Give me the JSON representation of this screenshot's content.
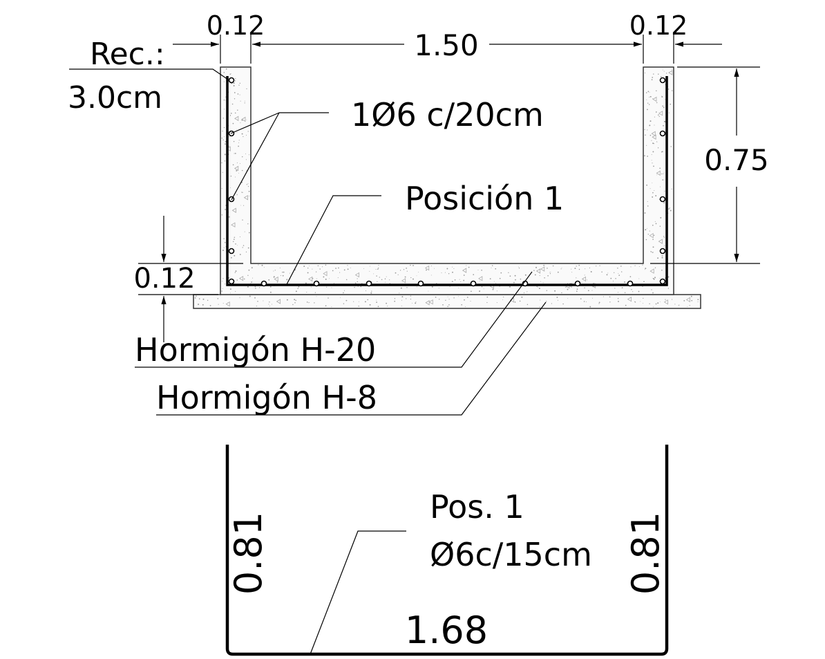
{
  "section": {
    "dim_wall_left": "0.12",
    "dim_inner_width": "1.50",
    "dim_wall_right": "0.12",
    "dim_height": "0.75",
    "dim_slab": "0.12",
    "cover_label": "Rec.:",
    "cover_value": "3.0cm",
    "bar_spec": "1Ø6 c/20cm",
    "position_label": "Posición 1",
    "concrete_structure": "Hormigón H-20",
    "concrete_base": "Hormigón H-8"
  },
  "bar_detail": {
    "title": "Pos. 1",
    "spec": "Ø6c/15cm",
    "leg_left": "0.81",
    "leg_right": "0.81",
    "base_length": "1.68"
  },
  "colors": {
    "line": "#000000",
    "concrete_outline": "#333333",
    "background": "#ffffff"
  }
}
